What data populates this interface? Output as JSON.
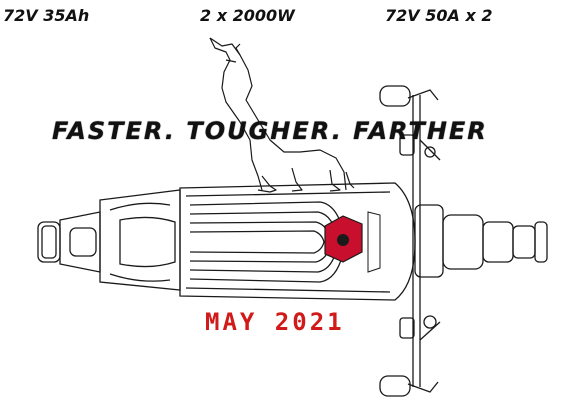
{
  "specs": {
    "battery": "72V 35Ah",
    "motors": "2 x 2000W",
    "controller": "72V 50A x 2"
  },
  "slogan": "FASTER. TOUGHER. FARTHER",
  "release_date": "MAY 2021",
  "colors": {
    "text": "#111111",
    "date": "#d11a1a",
    "badge": "#c8102e",
    "line": "#1a1a1a"
  }
}
